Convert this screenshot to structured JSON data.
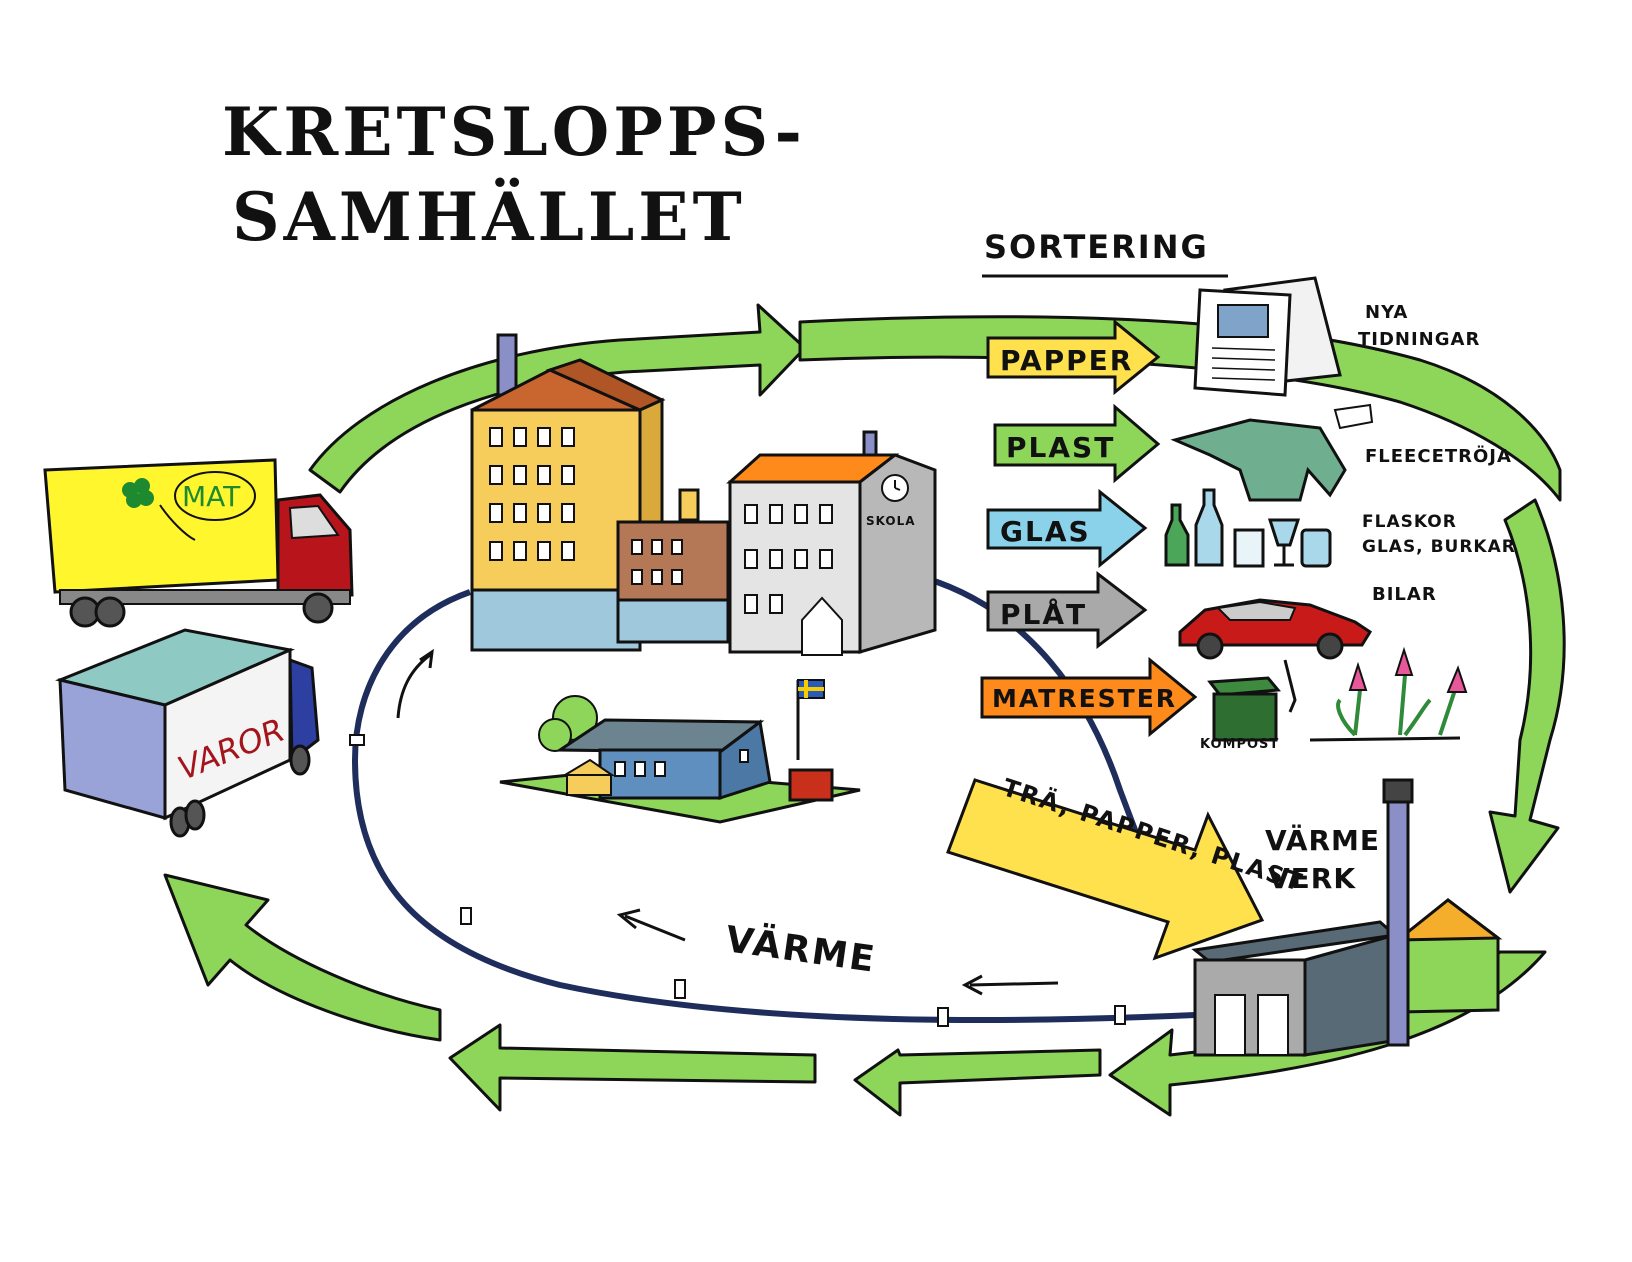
{
  "title": {
    "line1": "KRETSLOPPS-",
    "line2": "SAMHÄLLET"
  },
  "sortering": {
    "heading": "SORTERING",
    "items": [
      {
        "arrow": "PAPPER",
        "color": "#ffe04d",
        "result": "NYA",
        "result2": "TIDNINGAR"
      },
      {
        "arrow": "PLAST",
        "color": "#8dd65a",
        "result": "FLEECETRÖJA",
        "result2": ""
      },
      {
        "arrow": "GLAS",
        "color": "#8ad2ea",
        "result": "FLASKOR",
        "result2": "GLAS, BURKAR"
      },
      {
        "arrow": "PLÅT",
        "color": "#a9a9a9",
        "result": "BILAR",
        "result2": ""
      },
      {
        "arrow": "MATRESTER",
        "color": "#ff8a1c",
        "result": "KOMPOST",
        "result2": ""
      }
    ]
  },
  "trucks": {
    "food": "MAT",
    "goods": "VAROR"
  },
  "buildings": {
    "school": "SKOLA"
  },
  "burnable": {
    "label": "TRÄ, PAPPER, PLAST",
    "color": "#ffe04d"
  },
  "heatplant": {
    "line1": "VÄRME",
    "line2": "VERK"
  },
  "heat": {
    "label": "VÄRME"
  },
  "colors": {
    "cycle_arrow": "#8dd65a",
    "pipe": "#1e2d5c"
  }
}
